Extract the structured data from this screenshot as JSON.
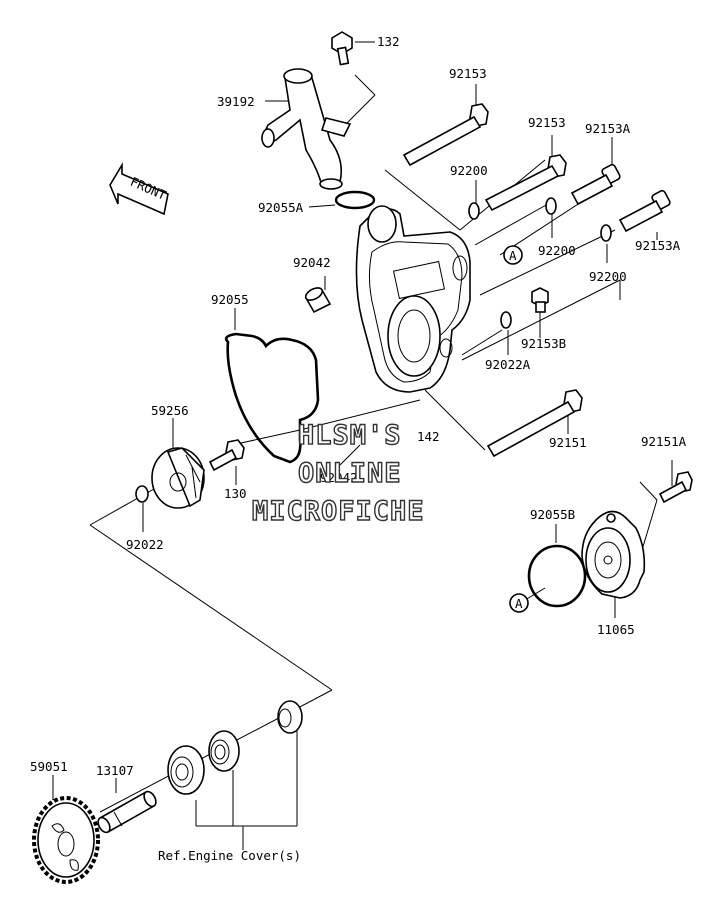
{
  "labels": {
    "p132": "132",
    "p39192": "39192",
    "p92153_top": "92153",
    "p92153_mid": "92153",
    "p92153A_top": "92153A",
    "p92200_top": "92200",
    "p92055A": "92055A",
    "p92200_right": "92200",
    "p92200_low": "92200",
    "p92153A_right": "92153A",
    "p92042_top": "92042",
    "p92055": "92055",
    "p92153B": "92153B",
    "p92022A": "92022A",
    "p59256": "59256",
    "p92142": "142",
    "p92042_low": "92042",
    "p130": "130",
    "p92151": "92151",
    "p92151A": "92151A",
    "p92022": "92022",
    "p92055B": "92055B",
    "p11065": "11065",
    "p59051": "59051",
    "p13107": "13107",
    "ref_engine": "Ref.Engine Cover(s)",
    "ref_a_top": "A",
    "ref_a_bottom": "A",
    "front": "FRONT"
  },
  "watermark": {
    "line1": "HLSM'S",
    "line2": "ONLINE",
    "line3": "MICROFICHE"
  }
}
